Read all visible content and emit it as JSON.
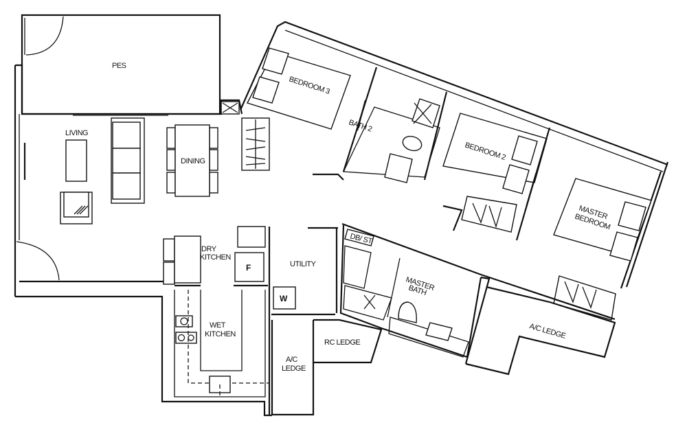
{
  "floor_plan": {
    "rooms": {
      "pes": "PES",
      "living": "LIVING",
      "dining": "DINING",
      "bedroom3": "BEDROOM 3",
      "bath2": "BATH 2",
      "bedroom2": "BEDROOM 2",
      "master_bedroom_line1": "MASTER",
      "master_bedroom_line2": "BEDROOM",
      "dry_kitchen_line1": "DRY",
      "dry_kitchen_line2": "KITCHEN",
      "wet_kitchen_line1": "WET",
      "wet_kitchen_line2": "KITCHEN",
      "utility": "UTILITY",
      "dbst": "DB/ ST",
      "master_bath_line1": "MASTER",
      "master_bath_line2": "BATH",
      "rc_ledge": "RC LEDGE",
      "ac_ledge_small_line1": "A/C",
      "ac_ledge_small_line2": "LEDGE",
      "ac_ledge_large": "A/C LEDGE"
    },
    "fixtures": {
      "fridge": "F",
      "washer": "W"
    }
  }
}
